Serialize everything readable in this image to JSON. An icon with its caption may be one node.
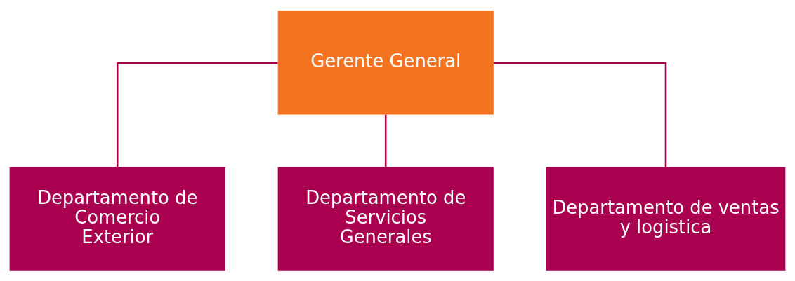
{
  "diagram": {
    "nodes": [
      {
        "text": [
          "Gerente General"
        ]
      },
      {
        "text": [
          "Departamento de Comercio Exterior"
        ]
      },
      {
        "text": [
          "Departamento de Servicios Generales"
        ]
      },
      {
        "text": [
          "Departamento de ventas y logistica"
        ]
      }
    ],
    "edges": [
      {
        "from": 0,
        "to": 1,
        "arrow": "none"
      },
      {
        "from": 0,
        "to": 2,
        "arrow": "none"
      },
      {
        "from": 0,
        "to": 3,
        "arrow": "none"
      }
    ]
  }
}
